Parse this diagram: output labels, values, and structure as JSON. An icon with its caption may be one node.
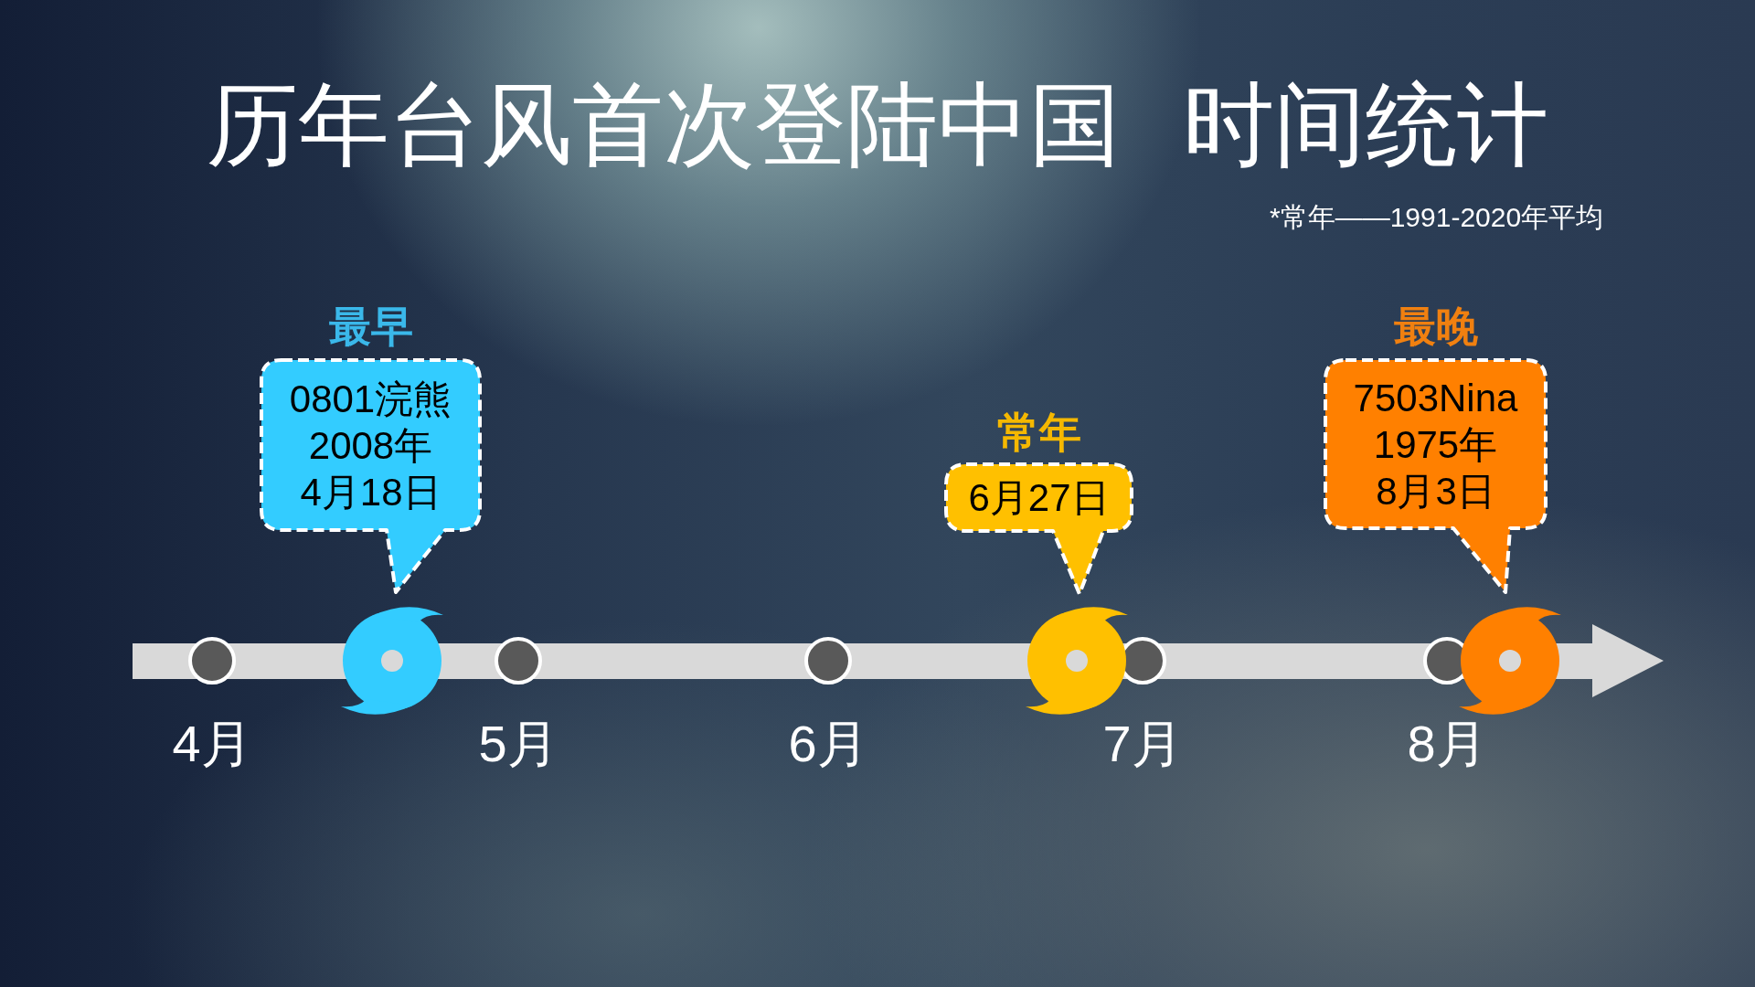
{
  "diagram": {
    "title": "历年台风首次登陆中国 时间统计",
    "nodes": [
      {
        "text": [
          "最早",
          "0801浣熊",
          "2008年",
          "4月18日"
        ]
      },
      {
        "text": [
          "常年",
          "6月27日"
        ]
      },
      {
        "text": [
          "最晚",
          "7503Nina",
          "1975年",
          "8月3日"
        ]
      }
    ],
    "labels": [
      "*常年——1991-2020年平均",
      "4月",
      "5月",
      "6月",
      "7月",
      "8月"
    ]
  }
}
